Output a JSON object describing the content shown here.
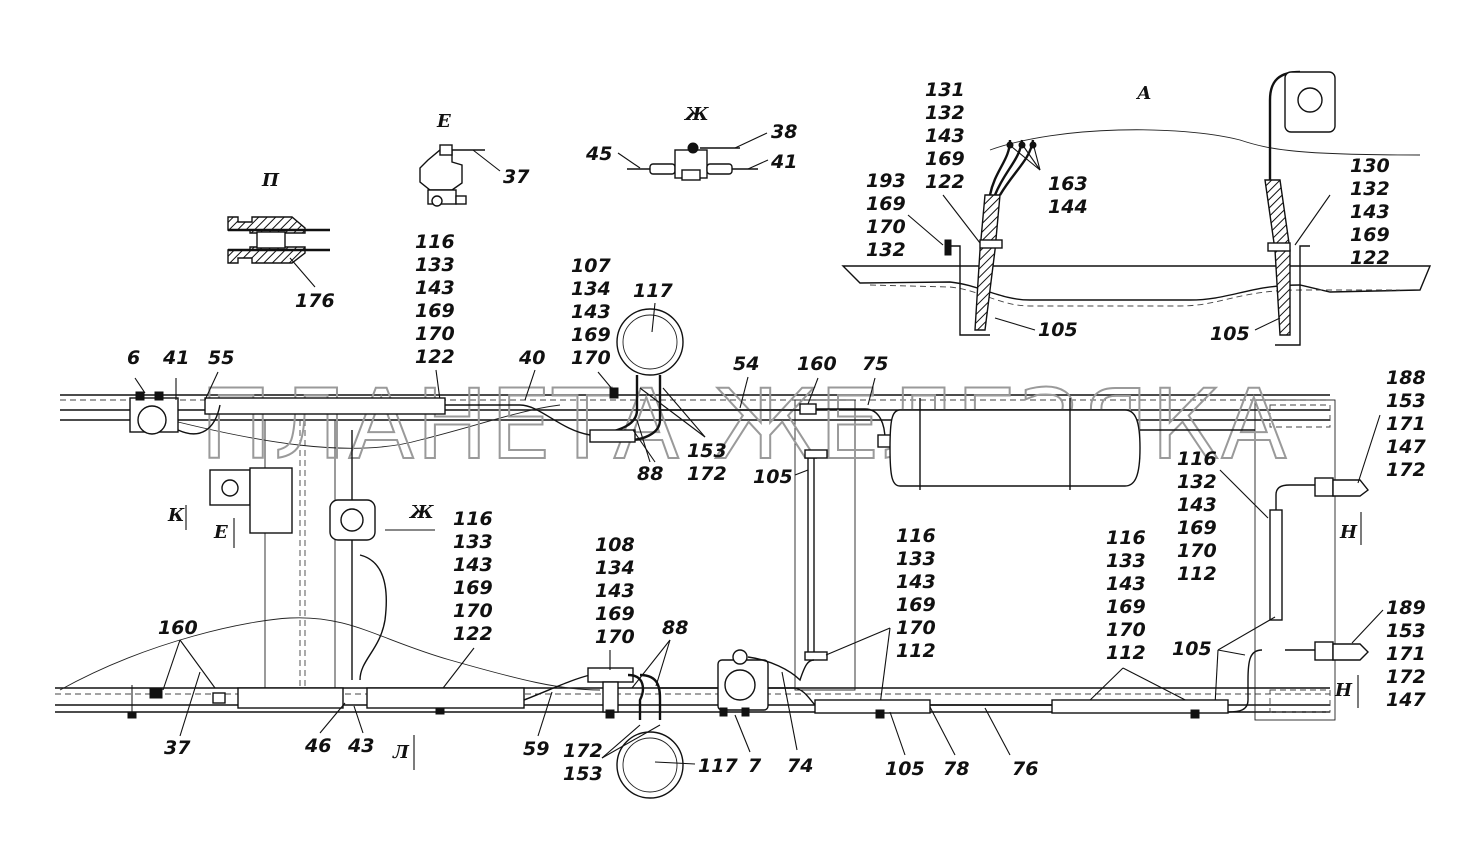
{
  "watermark": "ПЛАНЕТА ЖЕЛЕЗЯКА",
  "views": {
    "P": "П",
    "E": "Е",
    "Zh": "Ж",
    "A": "А",
    "K": "К",
    "L": "Л",
    "N": "Н"
  },
  "callouts": {
    "view_p": [
      "176"
    ],
    "view_e": [
      "37"
    ],
    "view_e_stack": [
      "116",
      "133",
      "143",
      "169",
      "170",
      "122"
    ],
    "view_zh": [
      "45",
      "38",
      "41"
    ],
    "view_a_left_stack": [
      "131",
      "132",
      "143",
      "169",
      "122"
    ],
    "view_a_bracket_stack": [
      "193",
      "169",
      "170",
      "132"
    ],
    "view_a_fittings": [
      "163",
      "144"
    ],
    "view_a_right_stack": [
      "130",
      "132",
      "143",
      "169",
      "122"
    ],
    "view_a_hose_left": "105",
    "view_a_hose_right": "105",
    "top_left": [
      "6",
      "41",
      "55"
    ],
    "label_40": "40",
    "tank_top_stack": [
      "107",
      "134",
      "143",
      "169",
      "170"
    ],
    "tank_top": "117",
    "label_54": "54",
    "label_160_top": "160",
    "label_75": "75",
    "label_88_top": "88",
    "top_153_172": [
      "153",
      "172"
    ],
    "label_105_mid": "105",
    "mid_left_stack": [
      "116",
      "133",
      "143",
      "169",
      "170",
      "122"
    ],
    "bottom_tank_stack": [
      "108",
      "134",
      "143",
      "169",
      "170"
    ],
    "label_88_bottom": "88",
    "bottom_172_153": [
      "172",
      "153"
    ],
    "tank_bottom": "117",
    "label_7": "7",
    "label_74": "74",
    "mid_stack_112_a": [
      "116",
      "133",
      "143",
      "169",
      "170",
      "112"
    ],
    "mid_stack_112_b": [
      "116",
      "133",
      "143",
      "169",
      "170",
      "112"
    ],
    "right_stack_112": [
      "116",
      "132",
      "143",
      "169",
      "170",
      "112"
    ],
    "right_valve_top": [
      "188",
      "153",
      "171",
      "147",
      "172"
    ],
    "right_valve_bottom": [
      "189",
      "153",
      "171",
      "172",
      "147"
    ],
    "label_105_right": "105",
    "label_160_bottom": "160",
    "label_37_bottom": "37",
    "label_46": "46",
    "label_43": "43",
    "label_59": "59",
    "bottom_105": "105",
    "label_78": "78",
    "label_76": "76"
  }
}
